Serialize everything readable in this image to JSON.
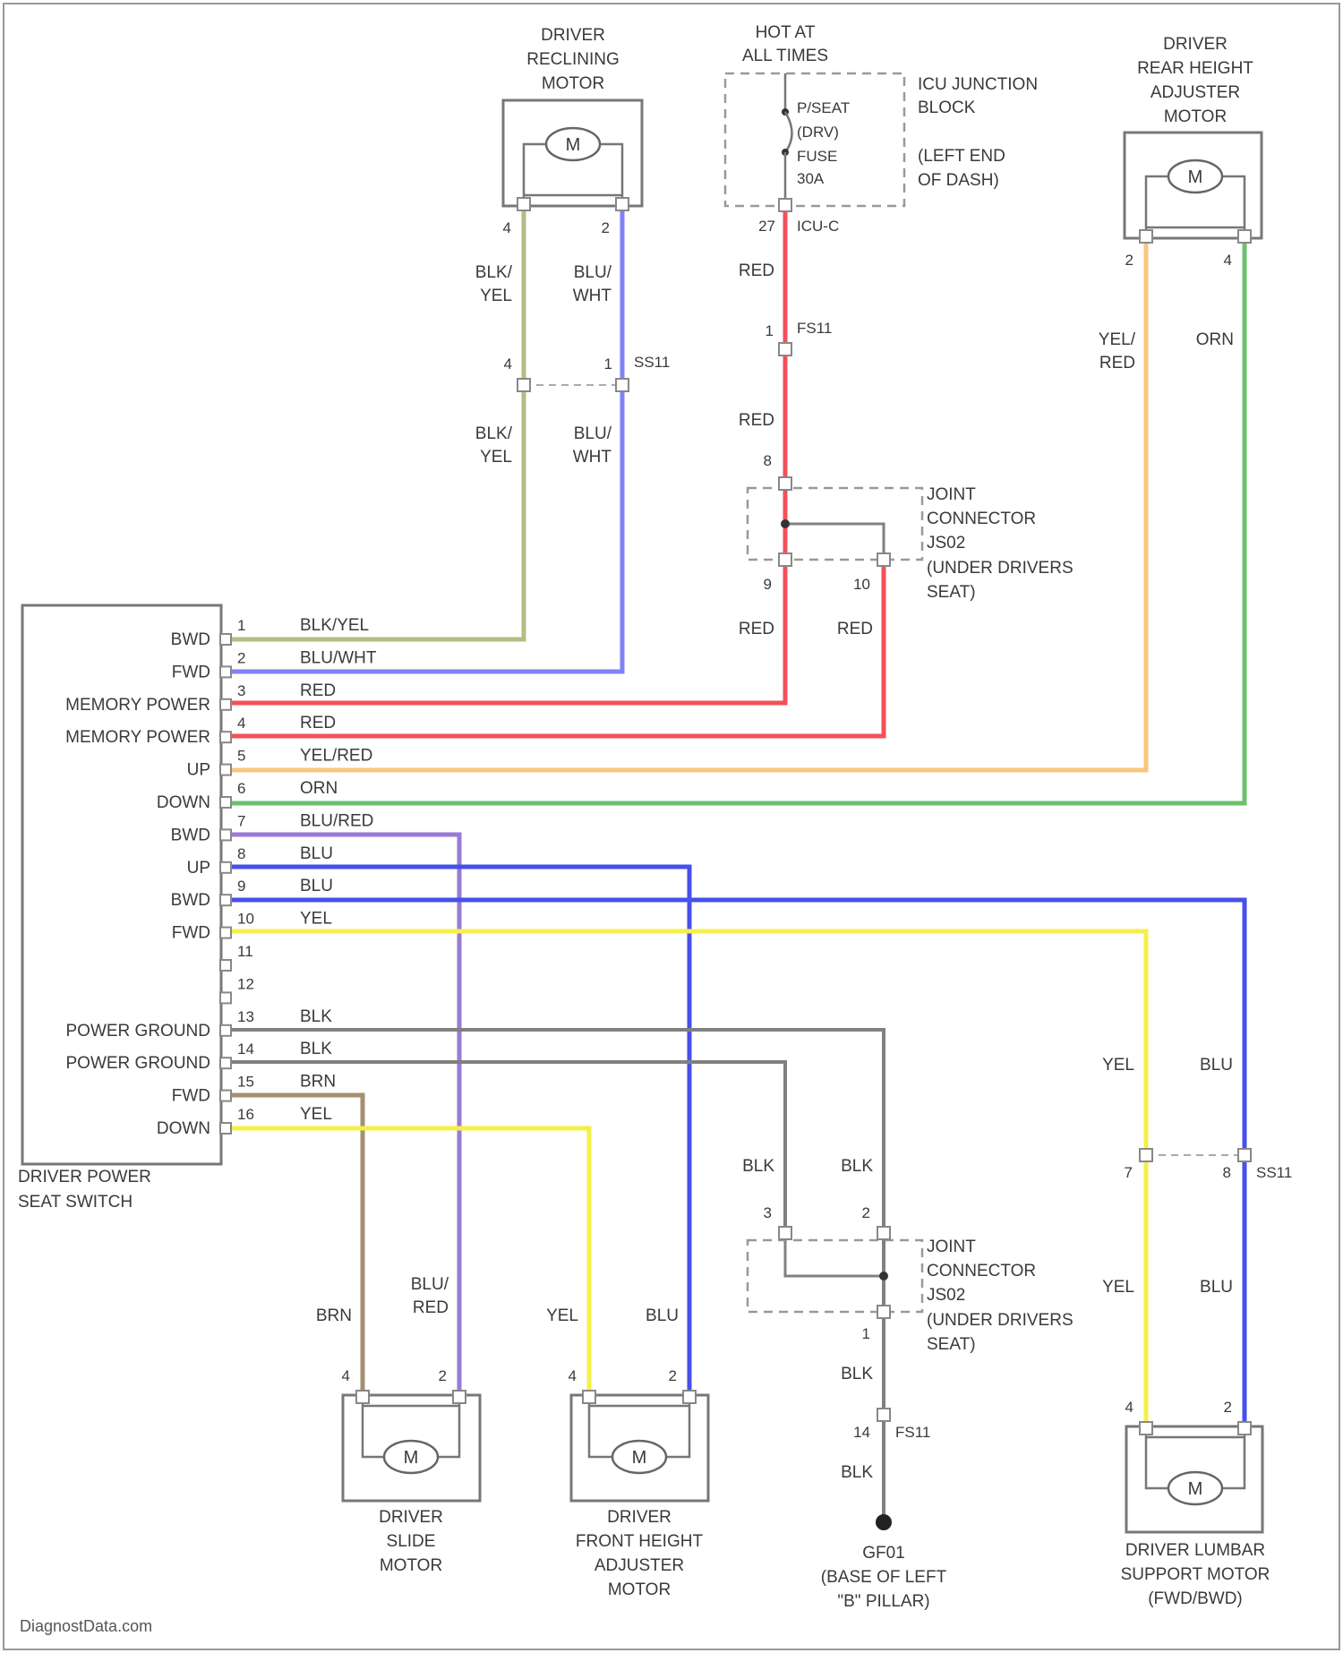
{
  "watermark": "DiagnostData.com",
  "colors": {
    "bg": "#ffffff",
    "text": "#3a3a3a",
    "outline": "#777777",
    "wire_blk": "#808080",
    "wire_blk_yel": "#b5bd86",
    "wire_blu_wht": "#7f82f5",
    "wire_red": "#f4505a",
    "wire_yel_red": "#f7c67d",
    "wire_orn": "#6dc06d",
    "wire_blu_red": "#9a7ad6",
    "wire_blu": "#4650ea",
    "wire_yel": "#f5ef4a",
    "wire_brn": "#a48f72"
  },
  "switch": {
    "name": "DRIVER POWER SEAT SWITCH",
    "pins": [
      {
        "num": "1",
        "label": "BWD",
        "wire": "BLK/YEL"
      },
      {
        "num": "2",
        "label": "FWD",
        "wire": "BLU/WHT"
      },
      {
        "num": "3",
        "label": "MEMORY POWER",
        "wire": "RED"
      },
      {
        "num": "4",
        "label": "MEMORY POWER",
        "wire": "RED"
      },
      {
        "num": "5",
        "label": "UP",
        "wire": "YEL/RED"
      },
      {
        "num": "6",
        "label": "DOWN",
        "wire": "ORN"
      },
      {
        "num": "7",
        "label": "BWD",
        "wire": "BLU/RED"
      },
      {
        "num": "8",
        "label": "UP",
        "wire": "BLU"
      },
      {
        "num": "9",
        "label": "BWD",
        "wire": "BLU"
      },
      {
        "num": "10",
        "label": "FWD",
        "wire": "YEL"
      },
      {
        "num": "11",
        "label": "",
        "wire": ""
      },
      {
        "num": "12",
        "label": "",
        "wire": ""
      },
      {
        "num": "13",
        "label": "POWER GROUND",
        "wire": "BLK"
      },
      {
        "num": "14",
        "label": "POWER GROUND",
        "wire": "BLK"
      },
      {
        "num": "15",
        "label": "FWD",
        "wire": "BRN"
      },
      {
        "num": "16",
        "label": "DOWN",
        "wire": "YEL"
      }
    ]
  },
  "motors": [
    {
      "id": "reclining",
      "name": "DRIVER RECLINING MOTOR",
      "symbol": "M",
      "pin_a": "4",
      "pin_b": "2"
    },
    {
      "id": "rear_height",
      "name": "DRIVER REAR HEIGHT ADJUSTER MOTOR",
      "symbol": "M",
      "pin_a": "2",
      "pin_b": "4"
    },
    {
      "id": "slide",
      "name": "DRIVER SLIDE MOTOR",
      "symbol": "M",
      "pin_a": "4",
      "pin_b": "2"
    },
    {
      "id": "front_height",
      "name": "DRIVER FRONT HEIGHT ADJUSTER MOTOR",
      "symbol": "M",
      "pin_a": "4",
      "pin_b": "2"
    },
    {
      "id": "lumbar",
      "name": "DRIVER LUMBAR SUPPORT MOTOR (FWD/BWD)",
      "symbol": "M",
      "pin_a": "4",
      "pin_b": "2"
    }
  ],
  "power": {
    "hot_label": "HOT AT ALL TIMES",
    "fuse_label": "P/SEAT (DRV) FUSE 30A",
    "block_label": "ICU JUNCTION BLOCK",
    "block_location": "(LEFT END OF DASH)",
    "pin": "27",
    "connector": "ICU-C",
    "wire_top": "RED",
    "fs11_pin": "1",
    "fs11": "FS11",
    "wire_mid": "RED"
  },
  "joint1": {
    "name": "JOINT CONNECTOR",
    "id": "JS02",
    "location": "(UNDER DRIVERS SEAT)",
    "pin_in": "8",
    "pin_out1": "9",
    "pin_out2": "10",
    "wire_out1": "RED",
    "wire_out2": "RED"
  },
  "joint2": {
    "name": "JOINT CONNECTOR",
    "id": "JS02",
    "location": "(UNDER DRIVERS SEAT)",
    "pin_in1": "3",
    "pin_in2": "2",
    "pin_out": "1",
    "wire_in1": "BLK",
    "wire_in2": "BLK"
  },
  "ground": {
    "wire1": "BLK",
    "pin": "14",
    "connector": "FS11",
    "wire2": "BLK",
    "name": "GF01",
    "location": "(BASE OF LEFT \"B\" PILLAR)"
  },
  "ss11_top": {
    "name": "SS11",
    "pin_left": "4",
    "pin_right": "1",
    "wire_left": "BLK/ YEL",
    "wire_right": "BLU/ WHT"
  },
  "ss11_bottom": {
    "name": "SS11",
    "pin_left": "7",
    "pin_right": "8",
    "wire_left": "YEL",
    "wire_right": "BLU"
  },
  "wire_labels": {
    "reclining_left_top": "BLK/ YEL",
    "reclining_right_top": "BLU/ WHT",
    "rear_left": "YEL/ RED",
    "rear_right": "ORN",
    "slide_left": "BRN",
    "slide_right": "BLU/ RED",
    "front_left": "YEL",
    "front_right": "BLU",
    "lumbar_left_top": "YEL",
    "lumbar_right_top": "BLU",
    "lumbar_left_bottom": "YEL",
    "lumbar_right_bottom": "BLU"
  }
}
